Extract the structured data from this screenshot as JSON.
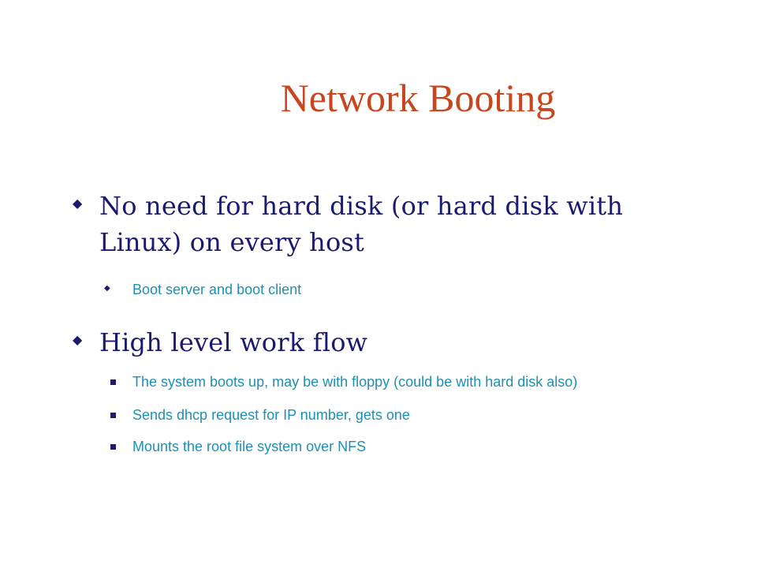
{
  "slide": {
    "title": "Network Booting",
    "colors": {
      "title": "#C8461E",
      "heading": "#1A1A6E",
      "sub": "#1E8FB4",
      "bullet_dark": "#1A1A6E"
    },
    "sections": [
      {
        "bullet_icon": "diamond-bullet-icon",
        "text": "No need for hard disk (or hard disk with Linux) on every host",
        "items": [
          {
            "bullet_icon": "diamond-bullet-icon",
            "text": "Boot server and boot client"
          }
        ]
      },
      {
        "bullet_icon": "diamond-bullet-icon",
        "text": "High level work flow",
        "items": [
          {
            "bullet_icon": "square-bullet-icon",
            "text": "The system boots up, may be with floppy (could be with hard disk also)"
          },
          {
            "bullet_icon": "square-bullet-icon",
            "text": "Sends dhcp request for IP number, gets one"
          },
          {
            "bullet_icon": "square-bullet-icon",
            "text": "Mounts the root file system over NFS"
          }
        ]
      }
    ]
  }
}
